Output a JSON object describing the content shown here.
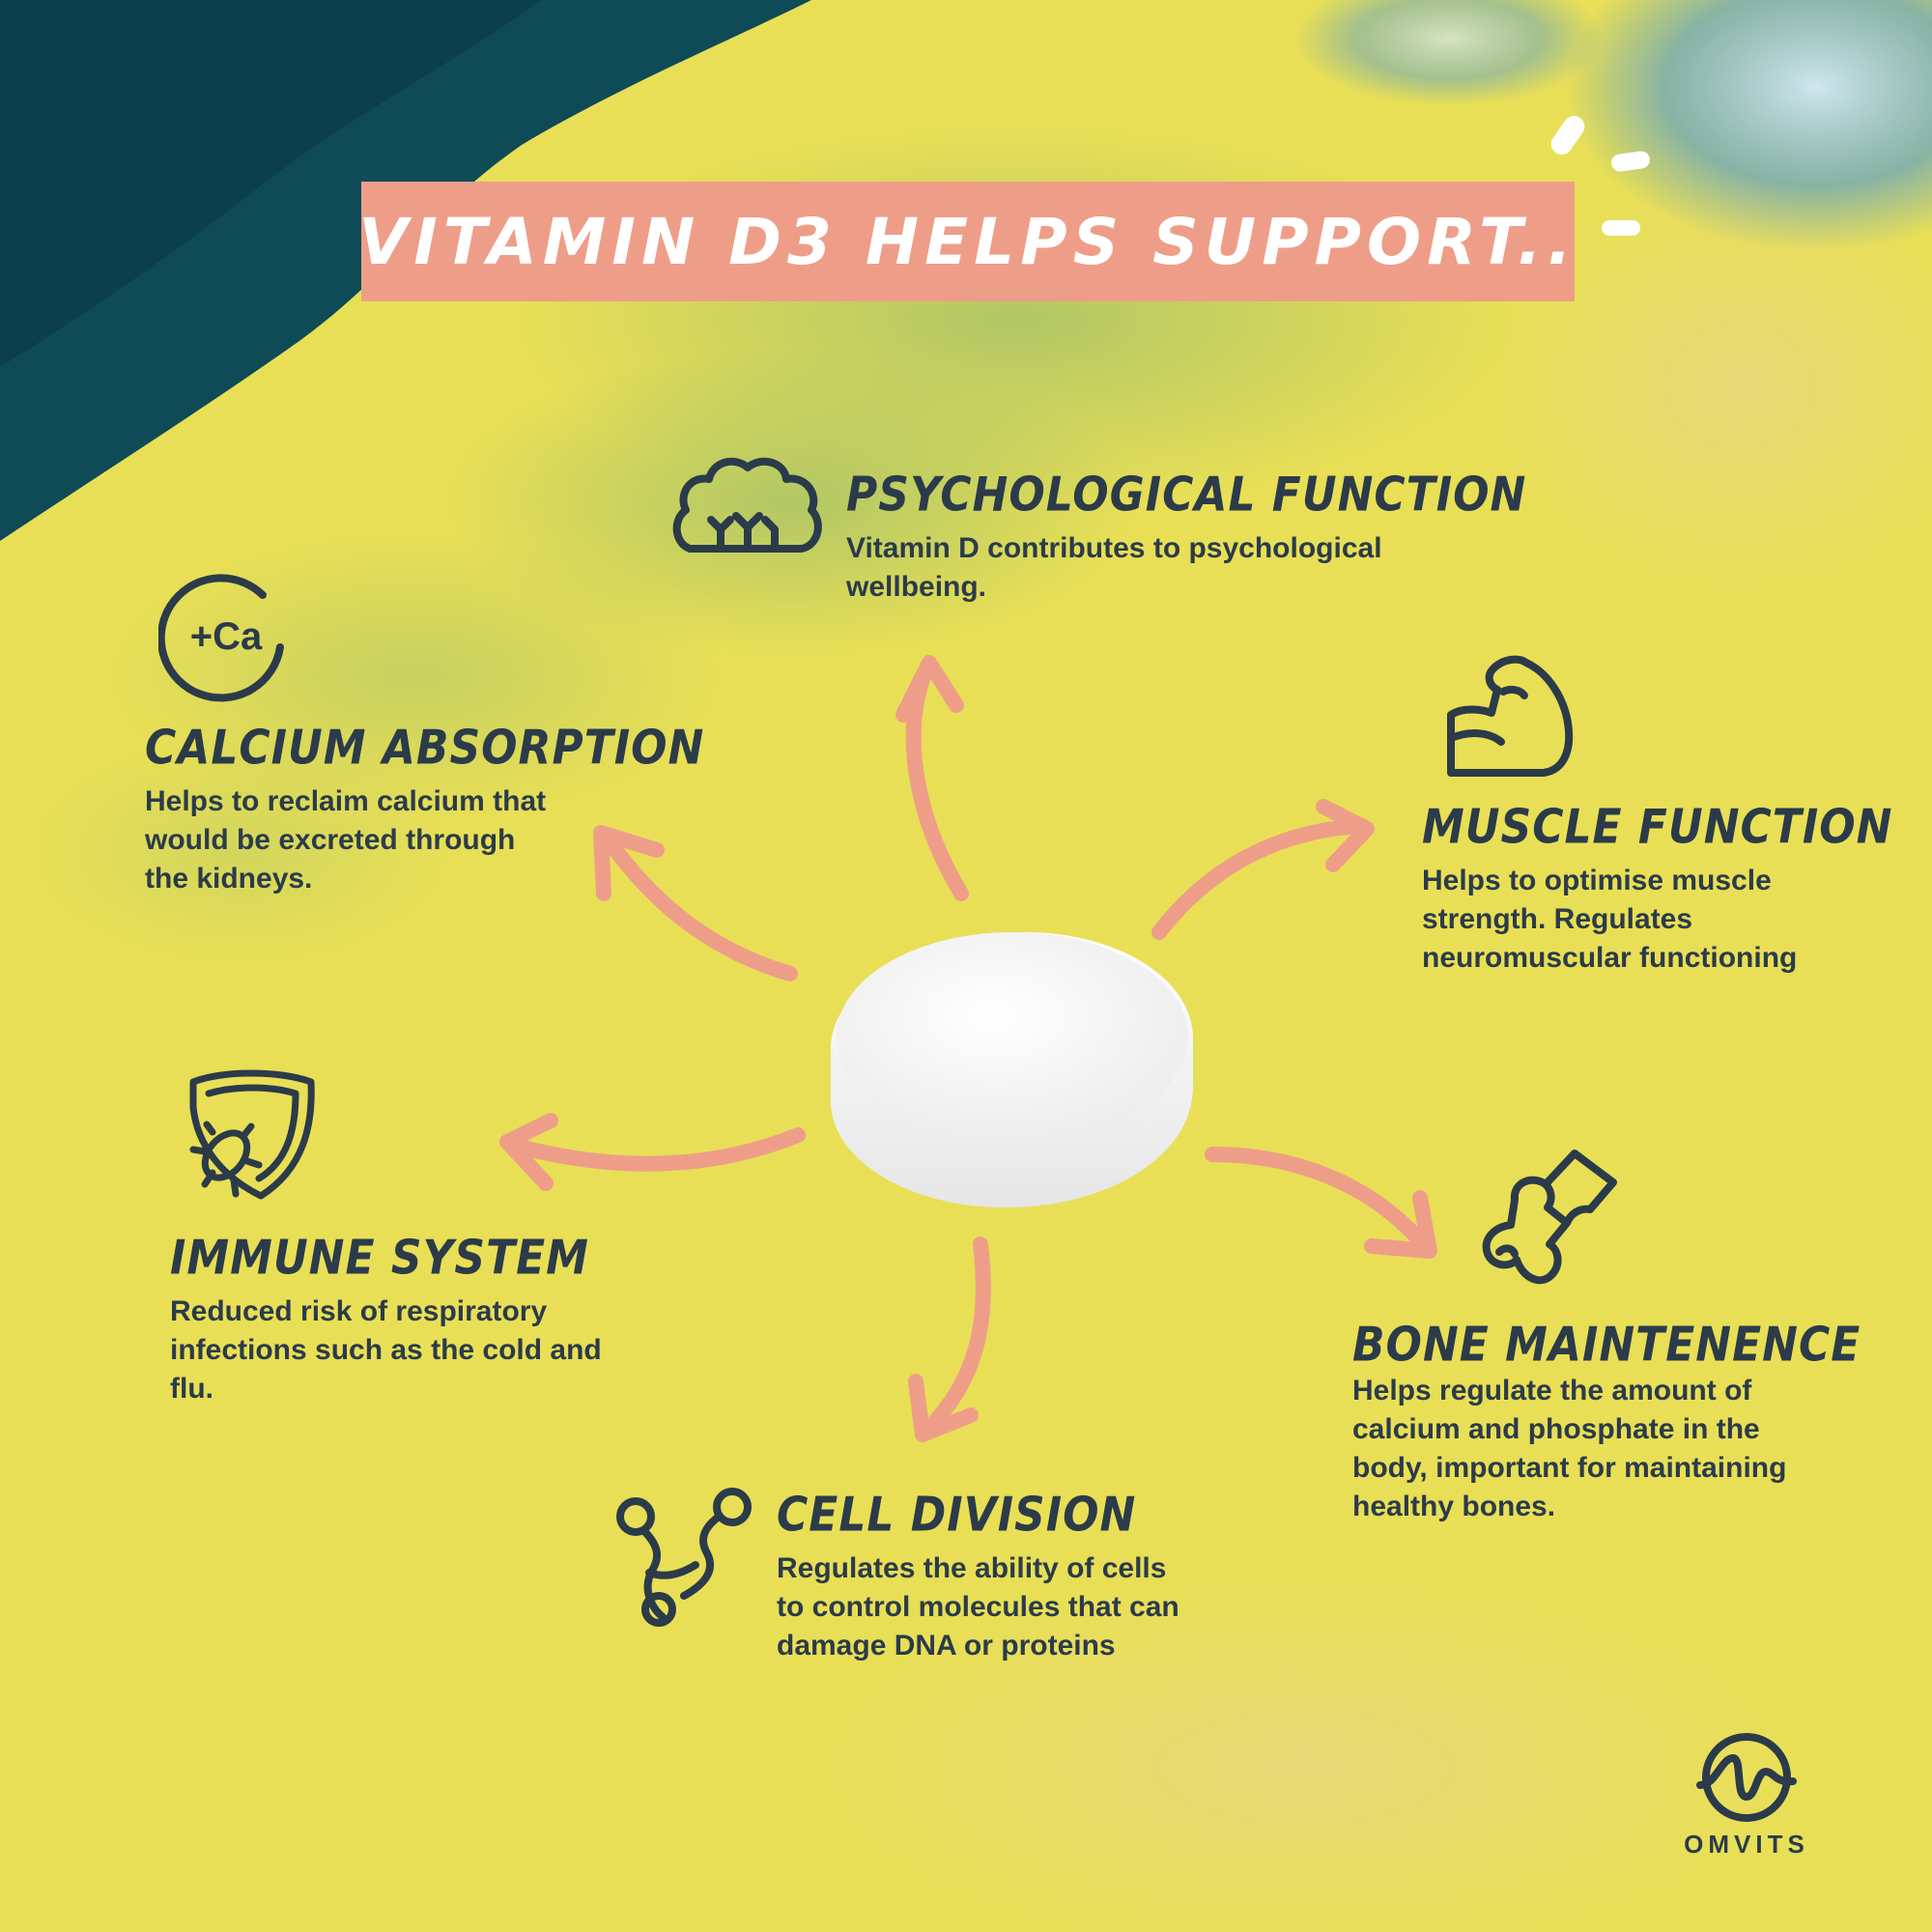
{
  "banner": {
    "title": "VITAMIN D3 HELPS SUPPORT.."
  },
  "colors": {
    "background": "#e8df56",
    "teal": "#0f4a57",
    "accent": "#ee9e88",
    "text": "#2b3b4a",
    "pill": "#ffffff"
  },
  "sections": {
    "psychological": {
      "icon": "brain-icon",
      "title": "PSYCHOLOGICAL FUNCTION",
      "desc": "Vitamin D contributes to psychological wellbeing."
    },
    "calcium": {
      "icon": "calcium-icon",
      "icon_text": "+Ca",
      "title": "CALCIUM ABSORPTION",
      "desc": "Helps to reclaim calcium that would be excreted through the kidneys."
    },
    "muscle": {
      "icon": "muscle-arm-icon",
      "title": "MUSCLE FUNCTION",
      "desc": "Helps to optimise muscle strength. Regulates neuromuscular functioning"
    },
    "immune": {
      "icon": "shield-virus-icon",
      "title": "IMMUNE SYSTEM",
      "desc": "Reduced risk of respiratory infections such as the cold and flu."
    },
    "bone": {
      "icon": "bone-joint-icon",
      "title": "BONE MAINTENENCE",
      "desc": "Helps regulate the amount of calcium and phosphate in the body, important for maintaining healthy bones."
    },
    "cell": {
      "icon": "cell-division-icon",
      "title": "CELL DIVISION",
      "desc": "Regulates the ability of cells to control molecules that can damage DNA or proteins"
    }
  },
  "logo": {
    "icon": "omvits-logo-icon",
    "text": "OMVITS"
  }
}
